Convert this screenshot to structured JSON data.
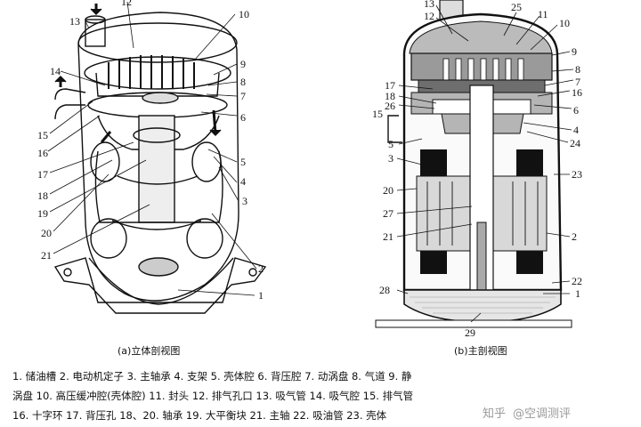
{
  "left_figure": {
    "caption": "(a)立体剖视图",
    "labels": [
      "13",
      "12",
      "10",
      "9",
      "8",
      "7",
      "6",
      "5",
      "4",
      "3",
      "2",
      "1",
      "14",
      "15",
      "16",
      "17",
      "18",
      "19",
      "20",
      "21"
    ]
  },
  "right_figure": {
    "caption": "(b)主剖视图",
    "labels": [
      "13",
      "12",
      "25",
      "11",
      "10",
      "9",
      "8",
      "7",
      "16",
      "6",
      "4",
      "24",
      "23",
      "2",
      "22",
      "1",
      "17",
      "18",
      "26",
      "15",
      "5",
      "3",
      "20",
      "27",
      "21",
      "28",
      "29"
    ]
  },
  "legend": {
    "line1": "1. 储油槽  2. 电动机定子  3. 主轴承  4. 支架  5. 壳体腔  6. 背压腔  7. 动涡盘  8. 气道  9. 静",
    "line2": "涡盘  10. 高压缓冲腔(壳体腔)   11. 封头  12. 排气孔口  13. 吸气管  14. 吸气腔  15. 排气管",
    "line3": "16. 十字环  17. 背压孔  18、20. 轴承  19. 大平衡块  21. 主轴  22. 吸油管  23. 壳体"
  },
  "watermark": {
    "platform": "知乎",
    "author": "@空调测评"
  }
}
